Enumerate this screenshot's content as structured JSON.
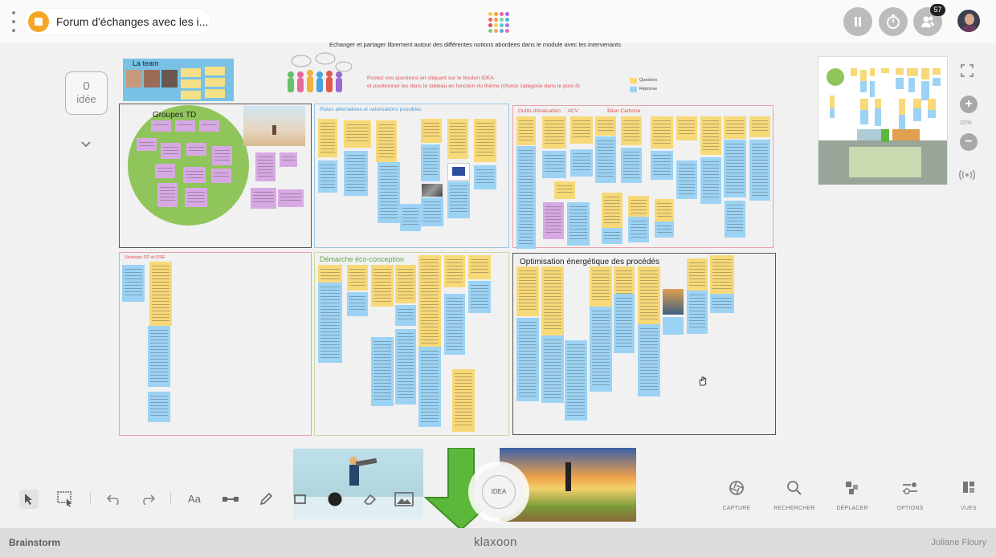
{
  "header": {
    "board_title": "Forum d'échanges avec les i...",
    "participants_badge": "57",
    "brand_dots": [
      "#f7c948",
      "#f0a33a",
      "#ef5da8",
      "#a46bd6",
      "#f26b5b",
      "#f59b45",
      "#7bd4a0",
      "#4fb3e8",
      "#e84b6a",
      "#f8d44c",
      "#55c2dd",
      "#9b7be0",
      "#6fd08c",
      "#f4a261",
      "#5aa9e6",
      "#e86ea8"
    ]
  },
  "left_panel": {
    "idea_count": "0",
    "idea_label": "idée"
  },
  "board": {
    "intro_text": "Echanger et partager librement autour des différentes notions abordées dans le module avec les intervenants",
    "team_title": "La team",
    "post_instructions": [
      "Postez vos questions en cliquant sur le bouton IDEA",
      "et positionner les dans le tableau en fonction du thème (choisir catégorie dans le post-it)"
    ],
    "legend": [
      {
        "label": "Question",
        "color": "#f8d978"
      },
      {
        "label": "Réponse",
        "color": "#9cd3f5"
      }
    ],
    "groupes_title": "Groupes TD",
    "frames": [
      {
        "id": "pistes",
        "title": "Pistes alternatives et valorisations possibles",
        "color": "#9cc8e6"
      },
      {
        "id": "outils",
        "title": "Outils d'évaluation     ACV                    Bilan Carbone",
        "color": "#e9a0a8"
      },
      {
        "id": "strategie",
        "title": "Stratégie DD et RSE",
        "color": "#e9a0a8"
      },
      {
        "id": "demarche",
        "title": "Démarche éco-conception",
        "color": "#c8d8a0"
      },
      {
        "id": "optimisation",
        "title": "Optimisation énergétique des procédés",
        "color": "#555555"
      }
    ],
    "colors": {
      "question": "#f8d978",
      "answer": "#9cd3f5",
      "purple": "#d7a9e3",
      "green": "#8fc55b"
    }
  },
  "right_panel": {
    "zoom_level": "20%"
  },
  "toolbar": {
    "aa_label": "Aa",
    "icons": [
      "cursor-icon",
      "select-area-icon",
      "undo-icon",
      "redo-icon",
      "text-icon",
      "connector-icon",
      "pen-icon",
      "shape-icon",
      "color-icon",
      "eraser-icon",
      "image-icon"
    ]
  },
  "right_tools": [
    {
      "label": "CAPTURE",
      "icon": "camera-shutter-icon"
    },
    {
      "label": "RECHERCHER",
      "icon": "search-icon"
    },
    {
      "label": "DÉPLACER",
      "icon": "move-icon"
    },
    {
      "label": "OPTIONS",
      "icon": "options-icon"
    },
    {
      "label": "VUES",
      "icon": "views-icon"
    }
  ],
  "idea_button": "IDEA",
  "footer": {
    "left": "Brainstorm",
    "brand": "klaxoon",
    "user": "Juliane Floury"
  }
}
